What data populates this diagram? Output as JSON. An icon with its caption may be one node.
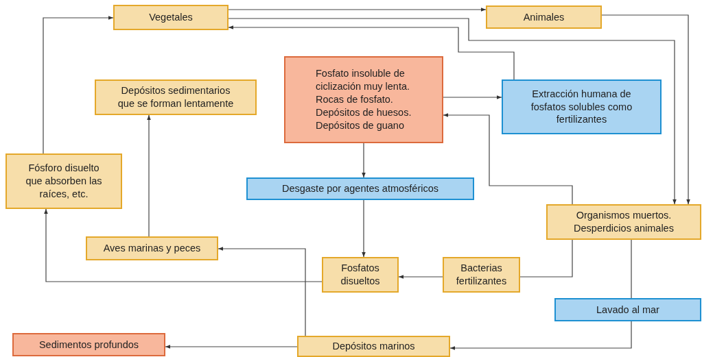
{
  "diagram": {
    "nodes": [
      {
        "text": [
          "Vegetales"
        ]
      },
      {
        "text": [
          "Animales"
        ]
      },
      {
        "text": [
          "Fosfato insoluble de ciclización muy lenta.",
          "Rocas de fosfato.",
          "Depósitos de huesos.",
          "Depósitos de guano"
        ]
      },
      {
        "text": [
          "Depósitos sedimentarios que se forman lentamente"
        ]
      },
      {
        "text": [
          "Extracción humana de fosfatos solubles como fertilizantes"
        ]
      },
      {
        "text": [
          "Fósforo disuelto que absorben las raíces, etc."
        ]
      },
      {
        "text": [
          "Desgaste por agentes atmosféricos"
        ]
      },
      {
        "text": [
          "Organismos muertos.",
          "Desperdicios animales"
        ]
      },
      {
        "text": [
          "Aves marinas y peces"
        ]
      },
      {
        "text": [
          "Fosfatos disueltos"
        ]
      },
      {
        "text": [
          "Bacterias fertilizantes"
        ]
      },
      {
        "text": [
          "Lavado al mar"
        ]
      },
      {
        "text": [
          "Sedimentos profundos"
        ]
      },
      {
        "text": [
          "Depósitos marinos"
        ]
      }
    ],
    "edges": [
      {
        "from": 5,
        "to": 0,
        "arrow": "to"
      },
      {
        "from": 0,
        "to": 1,
        "arrow": "to"
      },
      {
        "from": 0,
        "to": 7,
        "arrow": "to"
      },
      {
        "from": 1,
        "to": 7,
        "arrow": "to"
      },
      {
        "from": 4,
        "to": 0,
        "arrow": "to"
      },
      {
        "from": 2,
        "to": 4,
        "arrow": "to"
      },
      {
        "from": 7,
        "to": 2,
        "arrow": "to"
      },
      {
        "from": 2,
        "to": 6,
        "arrow": "to"
      },
      {
        "from": 6,
        "to": 9,
        "arrow": "to"
      },
      {
        "from": 7,
        "to": 10,
        "arrow": "none"
      },
      {
        "from": 10,
        "to": 9,
        "arrow": "to"
      },
      {
        "from": 9,
        "to": 5,
        "arrow": "to"
      },
      {
        "from": 13,
        "to": 8,
        "arrow": "to"
      },
      {
        "from": 8,
        "to": 3,
        "arrow": "to"
      },
      {
        "from": 7,
        "to": 11,
        "arrow": "none"
      },
      {
        "from": 11,
        "to": 13,
        "arrow": "to"
      },
      {
        "from": 13,
        "to": 12,
        "arrow": "to"
      }
    ]
  }
}
